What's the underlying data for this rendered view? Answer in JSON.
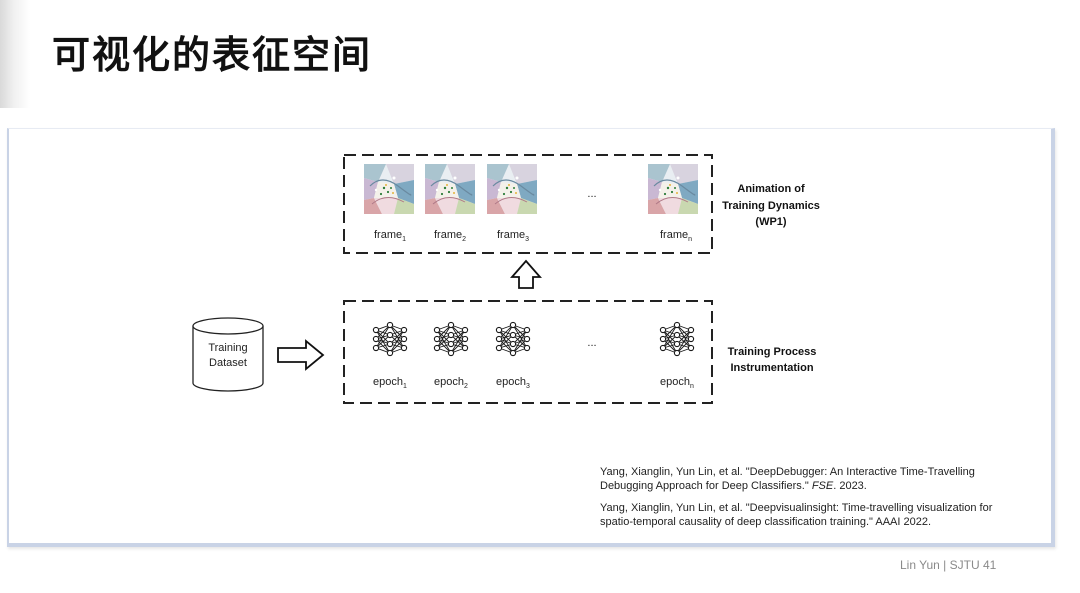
{
  "slide": {
    "title": "可视化的表征空间",
    "footer": "Lin Yun | SJTU 41"
  },
  "diagram": {
    "dataset_label": [
      "Training",
      "Dataset"
    ],
    "frames": [
      {
        "base": "frame",
        "sub": "1"
      },
      {
        "base": "frame",
        "sub": "2"
      },
      {
        "base": "frame",
        "sub": "3"
      },
      {
        "base": "frame",
        "sub": "n"
      }
    ],
    "epochs": [
      {
        "base": "epoch",
        "sub": "1"
      },
      {
        "base": "epoch",
        "sub": "2"
      },
      {
        "base": "epoch",
        "sub": "3"
      },
      {
        "base": "epoch",
        "sub": "n"
      }
    ],
    "ellipsis": "...",
    "animation_label": [
      "Animation of",
      "Training Dynamics",
      "(WP1)"
    ],
    "instrumentation_label": [
      "Training Process",
      "Instrumentation"
    ]
  },
  "references": {
    "ref1_text": "Yang, Xianglin, Yun Lin, et al. \"DeepDebugger: An Interactive Time-Travelling Debugging Approach for Deep Classifiers.\" ",
    "ref1_venue": "FSE",
    "ref1_tail": ". 2023.",
    "ref2_text": "Yang, Xianglin, Yun Lin, et al. \"Deepvisualinsight: Time-travelling visualization for spatio-temporal causality of deep classification training.\" AAAI 2022."
  }
}
